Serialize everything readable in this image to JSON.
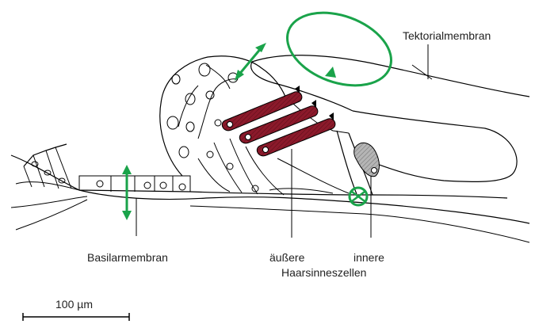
{
  "labels": {
    "tectorial": "Tektorialmembran",
    "basilar": "Basilarmembran",
    "outer_line1": "äußere",
    "outer_line2": "Haarsinneszellen",
    "inner": "innere",
    "scale": "100 µm"
  },
  "colors": {
    "motion_arrows": "#1aa34a",
    "outer_hair_cells": "#8b1a2b",
    "inner_hair_cell": "#a8a8a8",
    "outline": "#000000"
  }
}
